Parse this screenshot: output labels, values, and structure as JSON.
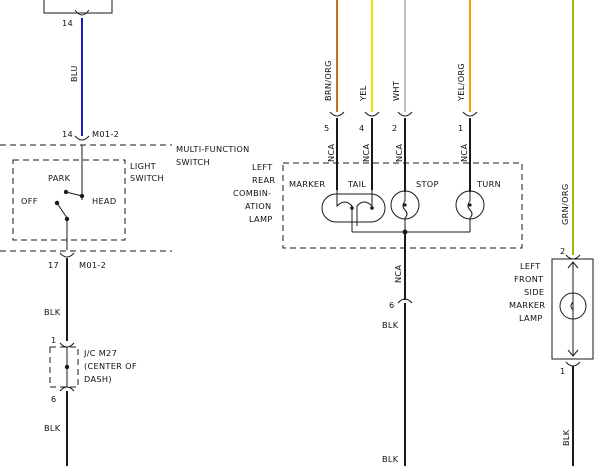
{
  "colors": {
    "blu": "#1a1acc",
    "brn_org": "#c87020",
    "yel": "#e8e800",
    "wht": "#c0c0c0",
    "yel_org": "#f0a000",
    "grn_org": "#90c000",
    "blk": "#1a1a1a"
  },
  "left_circuit": {
    "top_pin": "14",
    "wire_blu": "BLU",
    "mfs_pin": "14",
    "mfs_conn": "M01-2",
    "mfs_name_1": "MULTI-FUNCTION",
    "mfs_name_2": "SWITCH",
    "light_switch_1": "LIGHT",
    "light_switch_2": "SWITCH",
    "pos_park": "PARK",
    "pos_off": "OFF",
    "pos_head": "HEAD",
    "out_pin": "17",
    "out_conn": "M01-2",
    "wire_blk_1": "BLK",
    "jc_pin_in": "1",
    "jc_name_1": "J/C M27",
    "jc_name_2": "(CENTER OF",
    "jc_name_3": "DASH)",
    "jc_pin_out": "6",
    "wire_blk_2": "BLK"
  },
  "rear_lamp": {
    "wires": [
      "BRN/ORG",
      "YEL",
      "WHT",
      "YEL/ORG"
    ],
    "pins": [
      "5",
      "4",
      "2",
      "1"
    ],
    "nca": [
      "NCA",
      "NCA",
      "NCA",
      "NCA"
    ],
    "name": [
      "LEFT",
      "REAR",
      "COMBIN-",
      "ATION",
      "LAMP"
    ],
    "marker": "MARKER",
    "tail": "TAIL",
    "stop": "STOP",
    "turn": "TURN",
    "ground_nca": "NCA",
    "ground_pin": "6",
    "ground_blk_1": "BLK",
    "ground_blk_2": "BLK"
  },
  "front_marker": {
    "wire_in": "GRN/ORG",
    "pin_in": "2",
    "name": [
      "LEFT",
      "FRONT",
      "SIDE",
      "MARKER",
      "LAMP"
    ],
    "pin_out": "1",
    "wire_out": "BLK"
  }
}
